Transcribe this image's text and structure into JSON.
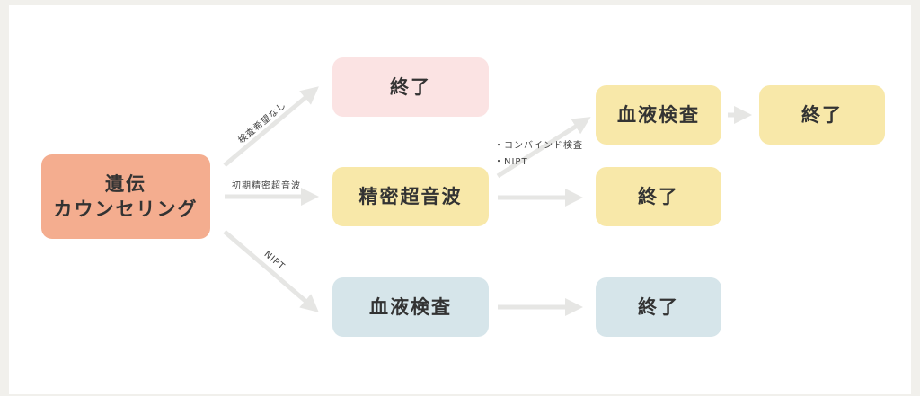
{
  "nodes": {
    "start_line1": "遺伝",
    "start_line2": "カウンセリング",
    "end_top": "終了",
    "precise_ultrasound": "精密超音波",
    "blood_test_lower": "血液検査",
    "blood_test_upper": "血液検査",
    "end_middle": "終了",
    "end_bottom": "終了",
    "end_far_right": "終了"
  },
  "labels": {
    "no_test": "検査希望なし",
    "early_ultrasound": "初期精密超音波",
    "nipt_lower": "NIPT",
    "combined_test": "・コンバインド検査",
    "nipt_upper": "・NIPT"
  },
  "colors": {
    "start": "#f4ad8f",
    "end_top": "#fbe3e3",
    "yellow": "#f8e8a9",
    "blue": "#d6e5ea",
    "arrow": "#e6e6e4"
  }
}
